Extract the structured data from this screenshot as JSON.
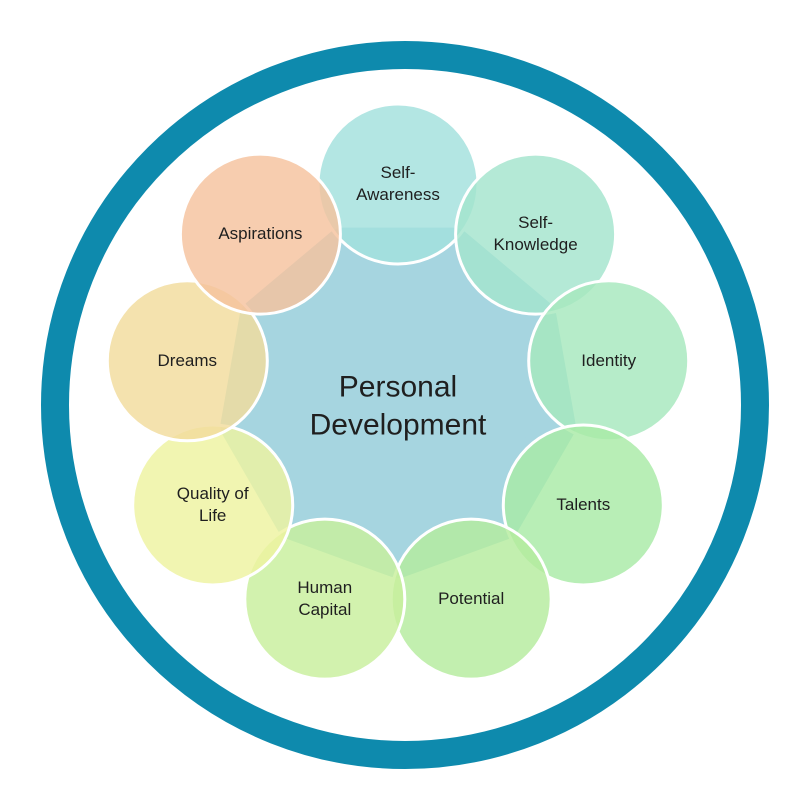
{
  "colors": {
    "ring": "#0e8aad",
    "center_fill": "#a6d5e0",
    "node_stroke": "#ffffff",
    "text": "#1f1f1f"
  },
  "center": {
    "line1": "Personal",
    "line2": "Development"
  },
  "nodes": [
    {
      "name": "self-awareness",
      "line1": "Self-",
      "line2": "Awareness",
      "color": "#a2e0dd"
    },
    {
      "name": "self-knowledge",
      "line1": "Self-",
      "line2": "Knowledge",
      "color": "#a4e4cd"
    },
    {
      "name": "identity",
      "line1": "Identity",
      "line2": "",
      "color": "#a6e8bd"
    },
    {
      "name": "talents",
      "line1": "Talents",
      "line2": "",
      "color": "#a8eaa6"
    },
    {
      "name": "potential",
      "line1": "Potential",
      "line2": "",
      "color": "#b4ec9e"
    },
    {
      "name": "human-capital",
      "line1": "Human",
      "line2": "Capital",
      "color": "#c8ef9c"
    },
    {
      "name": "quality-of-life",
      "line1": "Quality of",
      "line2": "Life",
      "color": "#eef3a0"
    },
    {
      "name": "dreams",
      "line1": "Dreams",
      "line2": "",
      "color": "#f2dc9c"
    },
    {
      "name": "aspirations",
      "line1": "Aspirations",
      "line2": "",
      "color": "#f5c29e"
    }
  ]
}
